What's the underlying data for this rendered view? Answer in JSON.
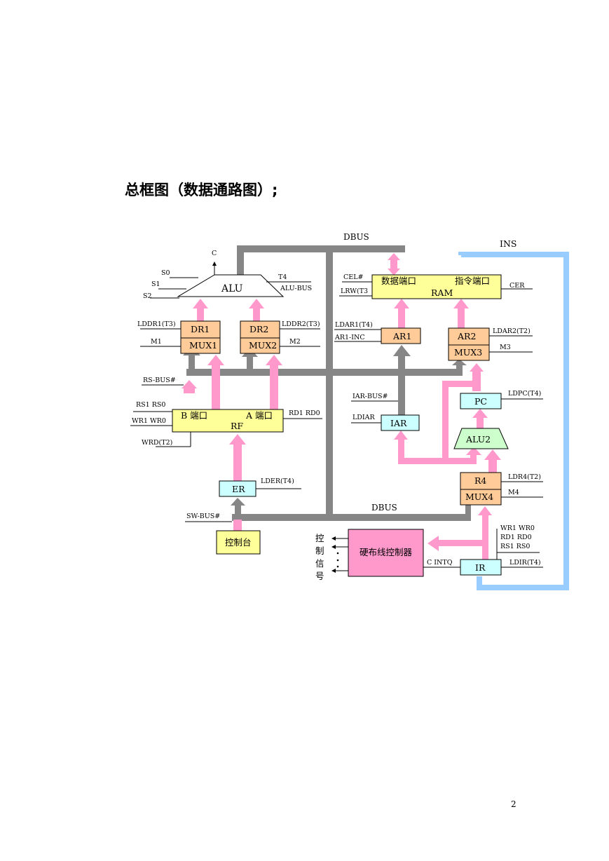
{
  "title": "总框图（数据通路图）;",
  "page_number": "2",
  "colors": {
    "dbus_gray": "#868686",
    "pink_path": "#ff99cc",
    "ins_blue": "#99ccff",
    "yellow_block": "#ffff99",
    "orange_block": "#ffcc99",
    "cyan_block": "#ccffff",
    "green_block": "#ccffcc",
    "controller_pink": "#ff99cc"
  },
  "buses": {
    "dbus_top": "DBUS",
    "dbus_bottom": "DBUS",
    "ins": "INS"
  },
  "blocks": {
    "alu": "ALU",
    "dr1": "DR1",
    "mux1": "MUX1",
    "dr2": "DR2",
    "mux2": "MUX2",
    "rf_b_port": "B 端口",
    "rf_a_port": "A 端口",
    "rf": "RF",
    "er": "ER",
    "console": "控制台",
    "ram_data_port": "数据端口",
    "ram_instr_port": "指令端口",
    "ram": "RAM",
    "ar1": "AR1",
    "ar2": "AR2",
    "mux3": "MUX3",
    "pc": "PC",
    "iar": "IAR",
    "alu2": "ALU2",
    "r4": "R4",
    "mux4": "MUX4",
    "ir": "IR",
    "controller": "硬布线控制器",
    "control_signals": [
      "控",
      "制",
      "信",
      "号"
    ]
  },
  "signals": {
    "c": "C",
    "s0": "S0",
    "s1": "S1",
    "s2": "S2",
    "t4": "T4",
    "alu_bus": "ALU-BUS",
    "lddr1": "LDDR1(T3)",
    "m1": "M1",
    "lddr2": "LDDR2(T3)",
    "m2": "M2",
    "rs_bus": "RS-BUS#",
    "rs1rs0_left": "RS1 RS0",
    "wr1wr0_left": "WR1 WR0",
    "wrd": "WRD(T2)",
    "rd1rd0_right": "RD1 RD0",
    "lder": "LDER(T4)",
    "sw_bus": "SW-BUS#",
    "cel": "CEL#",
    "lrw": "LRW(T3",
    "cer": "CER",
    "ldar1": "LDAR1(T4)",
    "ar1_inc": "AR1-INC",
    "ldar2": "LDAR2(T2)",
    "m3": "M3",
    "ldpc": "LDPC(T4)",
    "iar_bus": "IAR-BUS#",
    "ldiar": "LDIAR",
    "ldr4": "LDR4(T2)",
    "m4": "M4",
    "wr1wr0_right": "WR1 WR0",
    "rd1rd0_ctrl": "RD1 RD0",
    "rs1rs0_right": "RS1 RS0",
    "c_intq": "C INTQ",
    "ldir": "LDIR(T4)"
  }
}
